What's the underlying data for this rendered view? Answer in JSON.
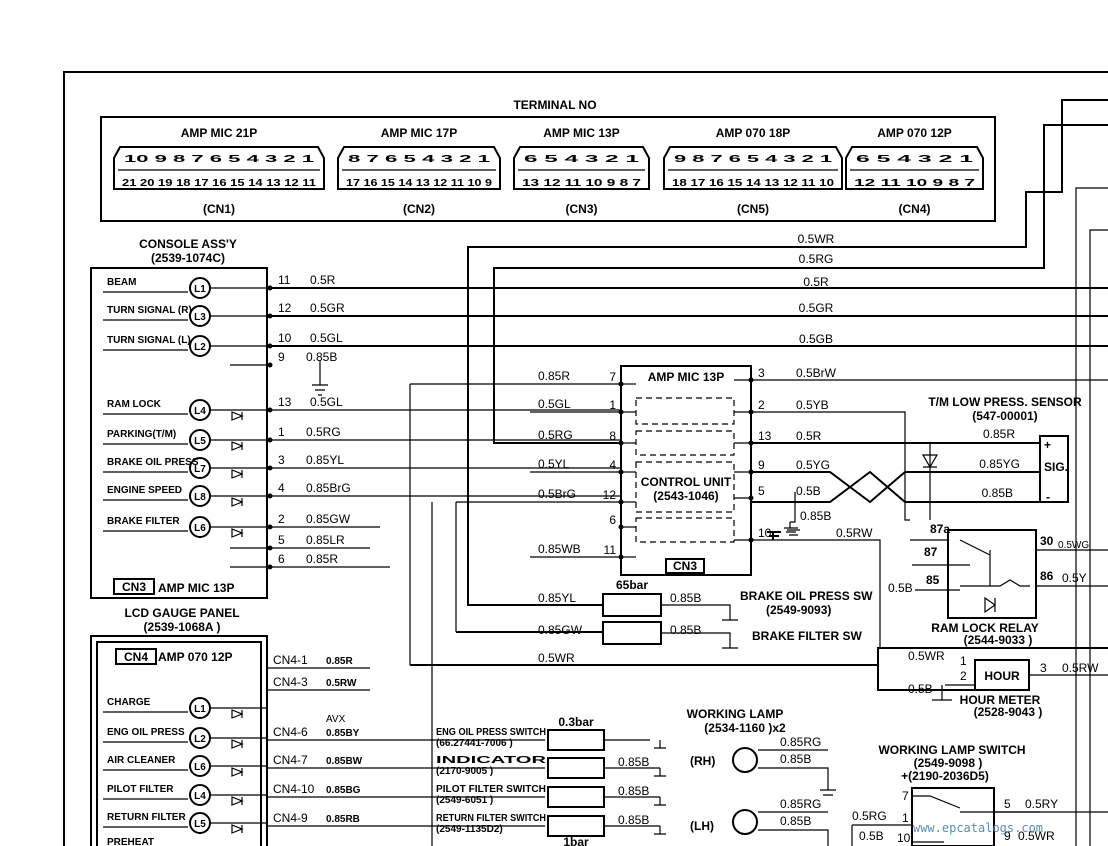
{
  "terminal": {
    "title": "TERMINAL NO",
    "connectors": [
      {
        "name": "AMP MIC 21P",
        "code": "(CN1)",
        "top_pins": "10 9 8 7 6 5 4 3 2 1",
        "bottom_pins": "21 20 19 18 17 16 15 14 13 12 11"
      },
      {
        "name": "AMP MIC 17P",
        "code": "(CN2)",
        "top_pins": "8 7 6 5 4 3 2 1",
        "bottom_pins": "17 16 15 14 13 12 11 10 9"
      },
      {
        "name": "AMP MIC 13P",
        "code": "(CN3)",
        "top_pins": "6 5 4 3 2 1",
        "bottom_pins": "13 12 11 10 9 8 7"
      },
      {
        "name": "AMP 070 18P",
        "code": "(CN5)",
        "top_pins": "9 8 7 6 5 4 3 2 1",
        "bottom_pins": "18 17 16 15 14 13 12 11 10"
      },
      {
        "name": "AMP 070 12P",
        "code": "(CN4)",
        "top_pins": "6 5 4 3 2 1",
        "bottom_pins": "12 11 10 9 8 7"
      }
    ]
  },
  "console": {
    "title": "CONSOLE ASS'Y",
    "part": "(2539-1074C)",
    "connector": "CN3",
    "connector_name": "AMP MIC 13P",
    "rows": [
      {
        "label": "BEAM",
        "lamp": "L1",
        "pin": "11",
        "wire": "0.5R"
      },
      {
        "label": "TURN SIGNAL (R)",
        "lamp": "L3",
        "pin": "12",
        "wire": "0.5GR"
      },
      {
        "label": "TURN SIGNAL (L)",
        "lamp": "L2",
        "pin": "10",
        "wire": "0.5GL"
      },
      {
        "label": "",
        "lamp": "",
        "pin": "9",
        "wire": "0.85B"
      },
      {
        "label": "RAM LOCK",
        "lamp": "L4",
        "pin": "13",
        "wire": "0.5GL"
      },
      {
        "label": "PARKING(T/M)",
        "lamp": "L5",
        "pin": "1",
        "wire": "0.5RG"
      },
      {
        "label": "BRAKE OIL PRESS",
        "lamp": "L7",
        "pin": "3",
        "wire": "0.85YL"
      },
      {
        "label": "ENGINE SPEED",
        "lamp": "L8",
        "pin": "4",
        "wire": "0.85BrG"
      },
      {
        "label": "BRAKE FILTER",
        "lamp": "L6",
        "pin": "2",
        "wire": "0.85GW"
      },
      {
        "label": "",
        "lamp": "",
        "pin": "5",
        "wire": "0.85LR"
      },
      {
        "label": "",
        "lamp": "",
        "pin": "6",
        "wire": "0.85R"
      }
    ]
  },
  "bus_wires": [
    "0.5WR",
    "0.5RG",
    "0.5R",
    "0.5GR",
    "0.5GB"
  ],
  "control_unit": {
    "connector_name": "AMP MIC 13P",
    "name": "CONTROL UNIT",
    "part": "(2543-1046)",
    "code": "CN3",
    "left_pins": [
      {
        "pin": "7",
        "wire": "0.85R"
      },
      {
        "pin": "1",
        "wire": "0.5GL"
      },
      {
        "pin": "8",
        "wire": "0.5RG"
      },
      {
        "pin": "4",
        "wire": "0.5YL"
      },
      {
        "pin": "12",
        "wire": "0.5BrG"
      },
      {
        "pin": "6",
        "wire": ""
      },
      {
        "pin": "11",
        "wire": "0.85WB"
      }
    ],
    "right_pins": [
      {
        "pin": "3",
        "wire": "0.5BrW"
      },
      {
        "pin": "2",
        "wire": "0.5YB"
      },
      {
        "pin": "13",
        "wire": "0.5R"
      },
      {
        "pin": "9",
        "wire": "0.5YG"
      },
      {
        "pin": "5",
        "wire": "0.5B"
      },
      {
        "pin": "10",
        "wire": "0.5RW"
      }
    ],
    "ground_wire": "0.85B"
  },
  "sensor": {
    "title": "T/M LOW PRESS. SENSOR",
    "part": "(547-00001)",
    "wire_r": "0.85R",
    "wire_yg": "0.85YG",
    "wire_b": "0.85B",
    "plus": "+",
    "sig": "SIG.",
    "minus": "-"
  },
  "relay": {
    "terminal_87a": "87a",
    "terminal_87": "87",
    "terminal_85": "85",
    "terminal_30": "30",
    "terminal_86": "86",
    "wire_30": "0.5WG",
    "wire_86": "0.5Y",
    "wire_85": "0.5B",
    "title": "RAM LOCK RELAY",
    "part": "(2544-9033 )"
  },
  "switches": {
    "brake_oil_label": "65bar",
    "brake_oil_wire": "0.85B",
    "brake_oil_title": "BRAKE OIL PRESS SW",
    "brake_oil_part": "(2549-9093)",
    "brake_filter_wire": "0.85B",
    "brake_filter_title": "BRAKE FILTER SW",
    "left_wires": [
      "0.85YL",
      "0.85GW",
      "0.5WR"
    ]
  },
  "hour_meter": {
    "pin1": "1",
    "pin2": "2",
    "pin3": "3",
    "label": "HOUR",
    "wire_in": "0.5WR",
    "wire_out": "0.5RW",
    "wire_gnd": "0.5B",
    "title": "HOUR METER",
    "part": "(2528-9043 )"
  },
  "lcd": {
    "title": "LCD GAUGE PANEL",
    "part": "(2539-1068A )",
    "connector": "CN4",
    "connector_name": "AMP 070 12P",
    "avx": "AVX",
    "rows": [
      {
        "label": "CHARGE",
        "lamp": "L1",
        "pin": "CN4-1",
        "wire": "0.85R"
      },
      {
        "label": "",
        "lamp": "",
        "pin": "CN4-3",
        "wire": "0.5RW"
      },
      {
        "label": "ENG OIL PRESS",
        "lamp": "L2",
        "pin": "CN4-6",
        "wire": "0.85BY"
      },
      {
        "label": "AIR CLEANER",
        "lamp": "L6",
        "pin": "CN4-7",
        "wire": "0.85BW"
      },
      {
        "label": "PILOT FILTER",
        "lamp": "L4",
        "pin": "CN4-10",
        "wire": "0.85BG"
      },
      {
        "label": "RETURN FILTER",
        "lamp": "L5",
        "pin": "CN4-9",
        "wire": "0.85RB"
      },
      {
        "label": "PREHEAT",
        "lamp": "",
        "pin": "",
        "wire": ""
      }
    ]
  },
  "lcd_switches": [
    {
      "title": "ENG OIL PRESS SWITCH",
      "part": "(66.27441-7006 )",
      "value": "0.3bar",
      "wire": ""
    },
    {
      "title": "INDICATOR",
      "part": "(2170-9005 )",
      "value": "",
      "wire": "0.85B"
    },
    {
      "title": "PILOT FILTER SWITCH",
      "part": "(2549-6051 )",
      "value": "",
      "wire": "0.85B"
    },
    {
      "title": "RETURN FILTER SWITCH",
      "part": "(2549-1135D2)",
      "value": "1bar",
      "wire": "0.85B"
    }
  ],
  "working_lamp": {
    "title": "WORKING LAMP",
    "part": "(2534-1160 )x2",
    "rh": "(RH)",
    "lh": "(LH)",
    "wire_rg": "0.85RG",
    "wire_b": "0.85B"
  },
  "lamp_switch": {
    "title": "WORKING LAMP SWITCH",
    "part": "(2549-9098 )",
    "part2": "+(2190-2036D5)",
    "pin7": "7",
    "pin1": "1",
    "pin10": "10",
    "pin5": "5",
    "pin9": "9",
    "wire_5": "0.5RY",
    "wire_9": "0.5WR",
    "wire_1": "0.5RG",
    "wire_10": "0.5B"
  },
  "watermark": "www.epcatalogs.com"
}
